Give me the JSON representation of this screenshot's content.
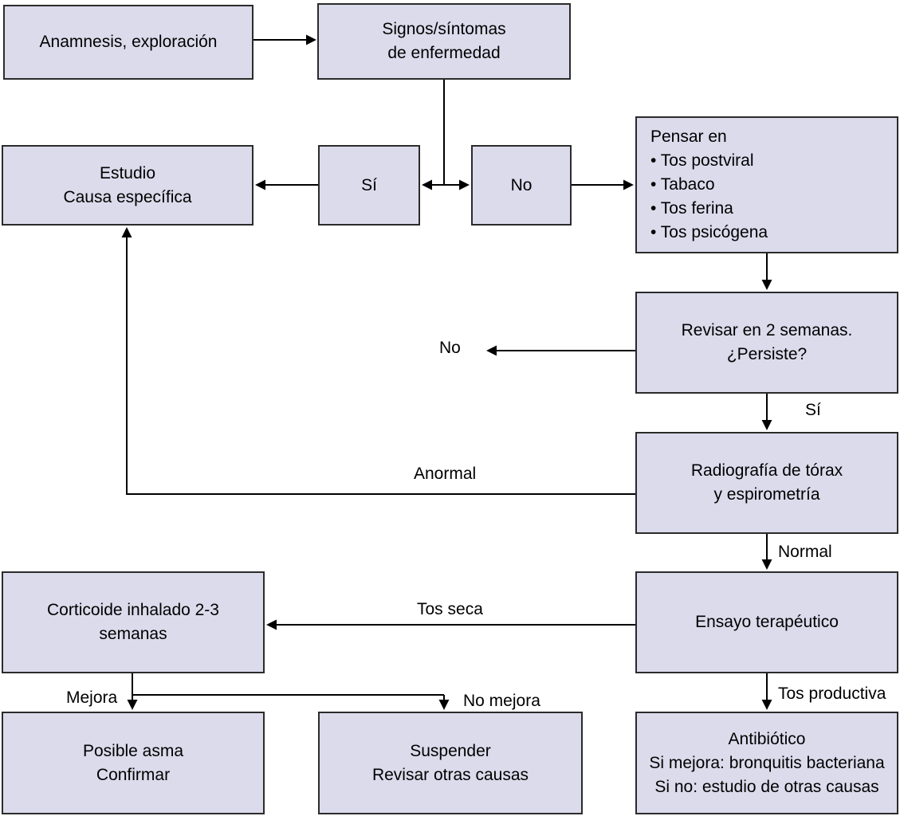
{
  "colors": {
    "box_fill": "#dbdbec",
    "box_border": "#2b2b2b",
    "arrow": "#000000",
    "text": "#000000",
    "background": "#ffffff"
  },
  "nodes": {
    "anamnesis": {
      "lines": [
        "Anamnesis, exploración"
      ]
    },
    "signos": {
      "lines": [
        "Signos/síntomas",
        "de enfermedad"
      ]
    },
    "estudio": {
      "lines": [
        "Estudio",
        "Causa específica"
      ]
    },
    "si": {
      "lines": [
        "Sí"
      ]
    },
    "no": {
      "lines": [
        "No"
      ]
    },
    "pensar": {
      "lines": [
        "Pensar en",
        "• Tos postviral",
        "• Tabaco",
        "• Tos ferina",
        "• Tos psicógena"
      ]
    },
    "revisar": {
      "lines": [
        "Revisar en 2 semanas.",
        "¿Persiste?"
      ]
    },
    "radiografia": {
      "lines": [
        "Radiografía de tórax",
        "y espirometría"
      ]
    },
    "corticoide": {
      "lines": [
        "Corticoide inhalado 2-3",
        "semanas"
      ]
    },
    "ensayo": {
      "lines": [
        "Ensayo terapéutico"
      ]
    },
    "posible_asma": {
      "lines": [
        "Posible asma",
        "Confirmar"
      ]
    },
    "suspender": {
      "lines": [
        "Suspender",
        "Revisar otras causas"
      ]
    },
    "antibiotico": {
      "lines": [
        "Antibiótico",
        "Si mejora: bronquitis bacteriana",
        "Si no: estudio de otras causas"
      ]
    }
  },
  "edge_labels": {
    "no_persiste": "No",
    "si_persiste": "Sí",
    "anormal": "Anormal",
    "normal": "Normal",
    "tos_seca": "Tos seca",
    "tos_productiva": "Tos productiva",
    "mejora": "Mejora",
    "no_mejora": "No mejora"
  }
}
